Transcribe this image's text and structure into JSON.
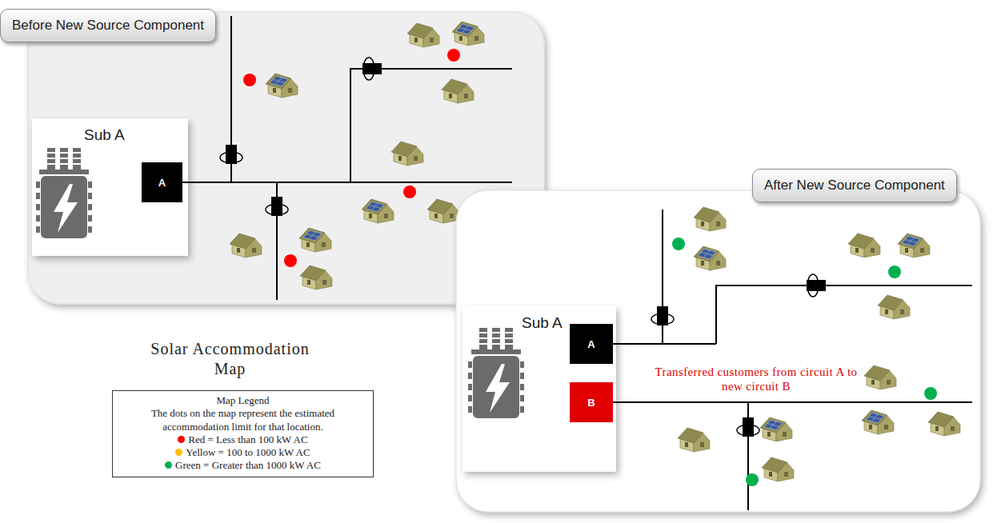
{
  "diagram": {
    "title": "Solar Accommodation Map",
    "nodes": [
      {
        "text": [
          "Before New Source Component"
        ]
      },
      {
        "text": [
          "Sub A"
        ],
        "in": 0
      },
      {
        "text": [
          "A"
        ],
        "in": 1
      },
      {
        "text": [
          "After New Source Component"
        ]
      },
      {
        "text": [
          "Sub A"
        ],
        "in": 3
      },
      {
        "text": [
          "A"
        ],
        "in": 4
      },
      {
        "text": [
          "B"
        ],
        "in": 4
      }
    ],
    "labels": [
      "Transferred customers from circuit A to new circuit B",
      "Map Legend",
      "The dots on the map represent the estimated accommodation limit for that location."
    ],
    "legend": [
      {
        "text": "Red = Less than 100 kW AC",
        "color": "#ff0000"
      },
      {
        "text": "Yellow = 100 to 1000 kW AC",
        "color": "#ffc000"
      },
      {
        "text": "Green = Greater than 1000 kW AC",
        "color": "#00b050"
      }
    ]
  }
}
